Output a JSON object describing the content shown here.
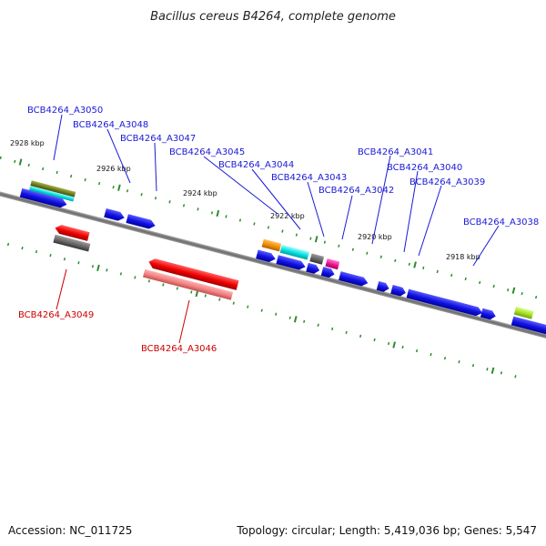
{
  "header": {
    "title": "Bacillus cereus B4264, complete genome"
  },
  "footer": {
    "accession": "Accession: NC_011725",
    "summary": "Topology: circular; Length: 5,419,036 bp; Genes: 5,547"
  },
  "colors": {
    "forward_gene": "#1a1ad6",
    "reverse_gene": "#ee0000",
    "forward_label": "#1a1ad6",
    "reverse_label": "#cc0000",
    "backbone": "#7a7a7a",
    "tick": "#2e8b2e"
  },
  "scale": {
    "ticks": [
      "2928 kbp",
      "2926 kbp",
      "2924 kbp",
      "2922 kbp",
      "2920 kbp",
      "2918 kbp"
    ]
  },
  "genes": {
    "forward": [
      "BCB4264_A3050",
      "BCB4264_A3048",
      "BCB4264_A3047",
      "BCB4264_A3045",
      "BCB4264_A3044",
      "BCB4264_A3043",
      "BCB4264_A3042",
      "BCB4264_A3041",
      "BCB4264_A3040",
      "BCB4264_A3039",
      "BCB4264_A3038"
    ],
    "reverse": [
      "BCB4264_A3049",
      "BCB4264_A3046"
    ]
  }
}
